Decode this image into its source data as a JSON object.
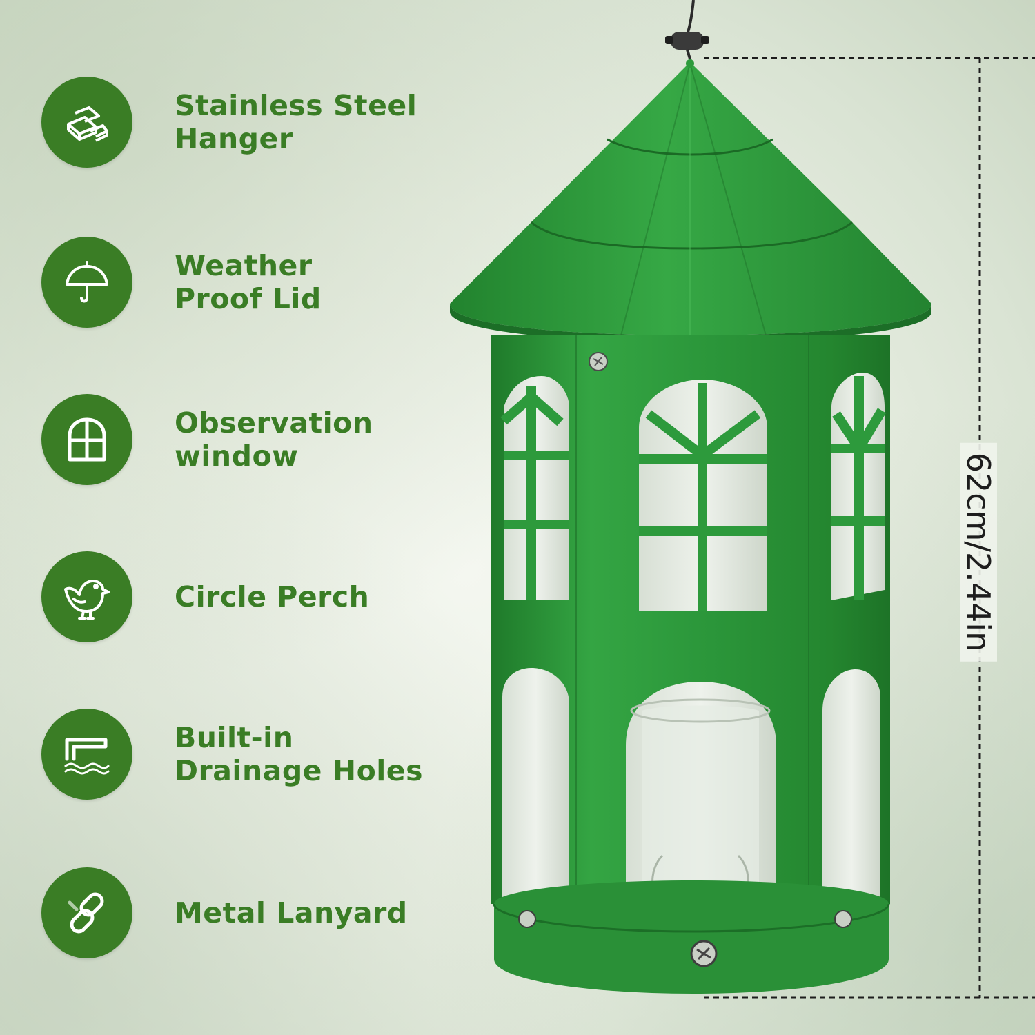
{
  "colors": {
    "brand_green": "#3a7d25",
    "feeder_green": "#2f9a3b",
    "dimension_line": "#1d1d1d"
  },
  "features": [
    {
      "icon": "metal-bars-icon",
      "lines": [
        "Stainless Steel",
        "Hanger"
      ]
    },
    {
      "icon": "umbrella-icon",
      "lines": [
        "Weather",
        "Proof Lid"
      ]
    },
    {
      "icon": "window-icon",
      "lines": [
        "Observation",
        "window"
      ]
    },
    {
      "icon": "bird-icon",
      "lines": [
        "Circle Perch"
      ]
    },
    {
      "icon": "drainage-icon",
      "lines": [
        "Built-in",
        "Drainage Holes"
      ]
    },
    {
      "icon": "chain-link-icon",
      "lines": [
        "Metal Lanyard"
      ]
    }
  ],
  "dimension": {
    "height_label": "62cm/2.44in"
  }
}
